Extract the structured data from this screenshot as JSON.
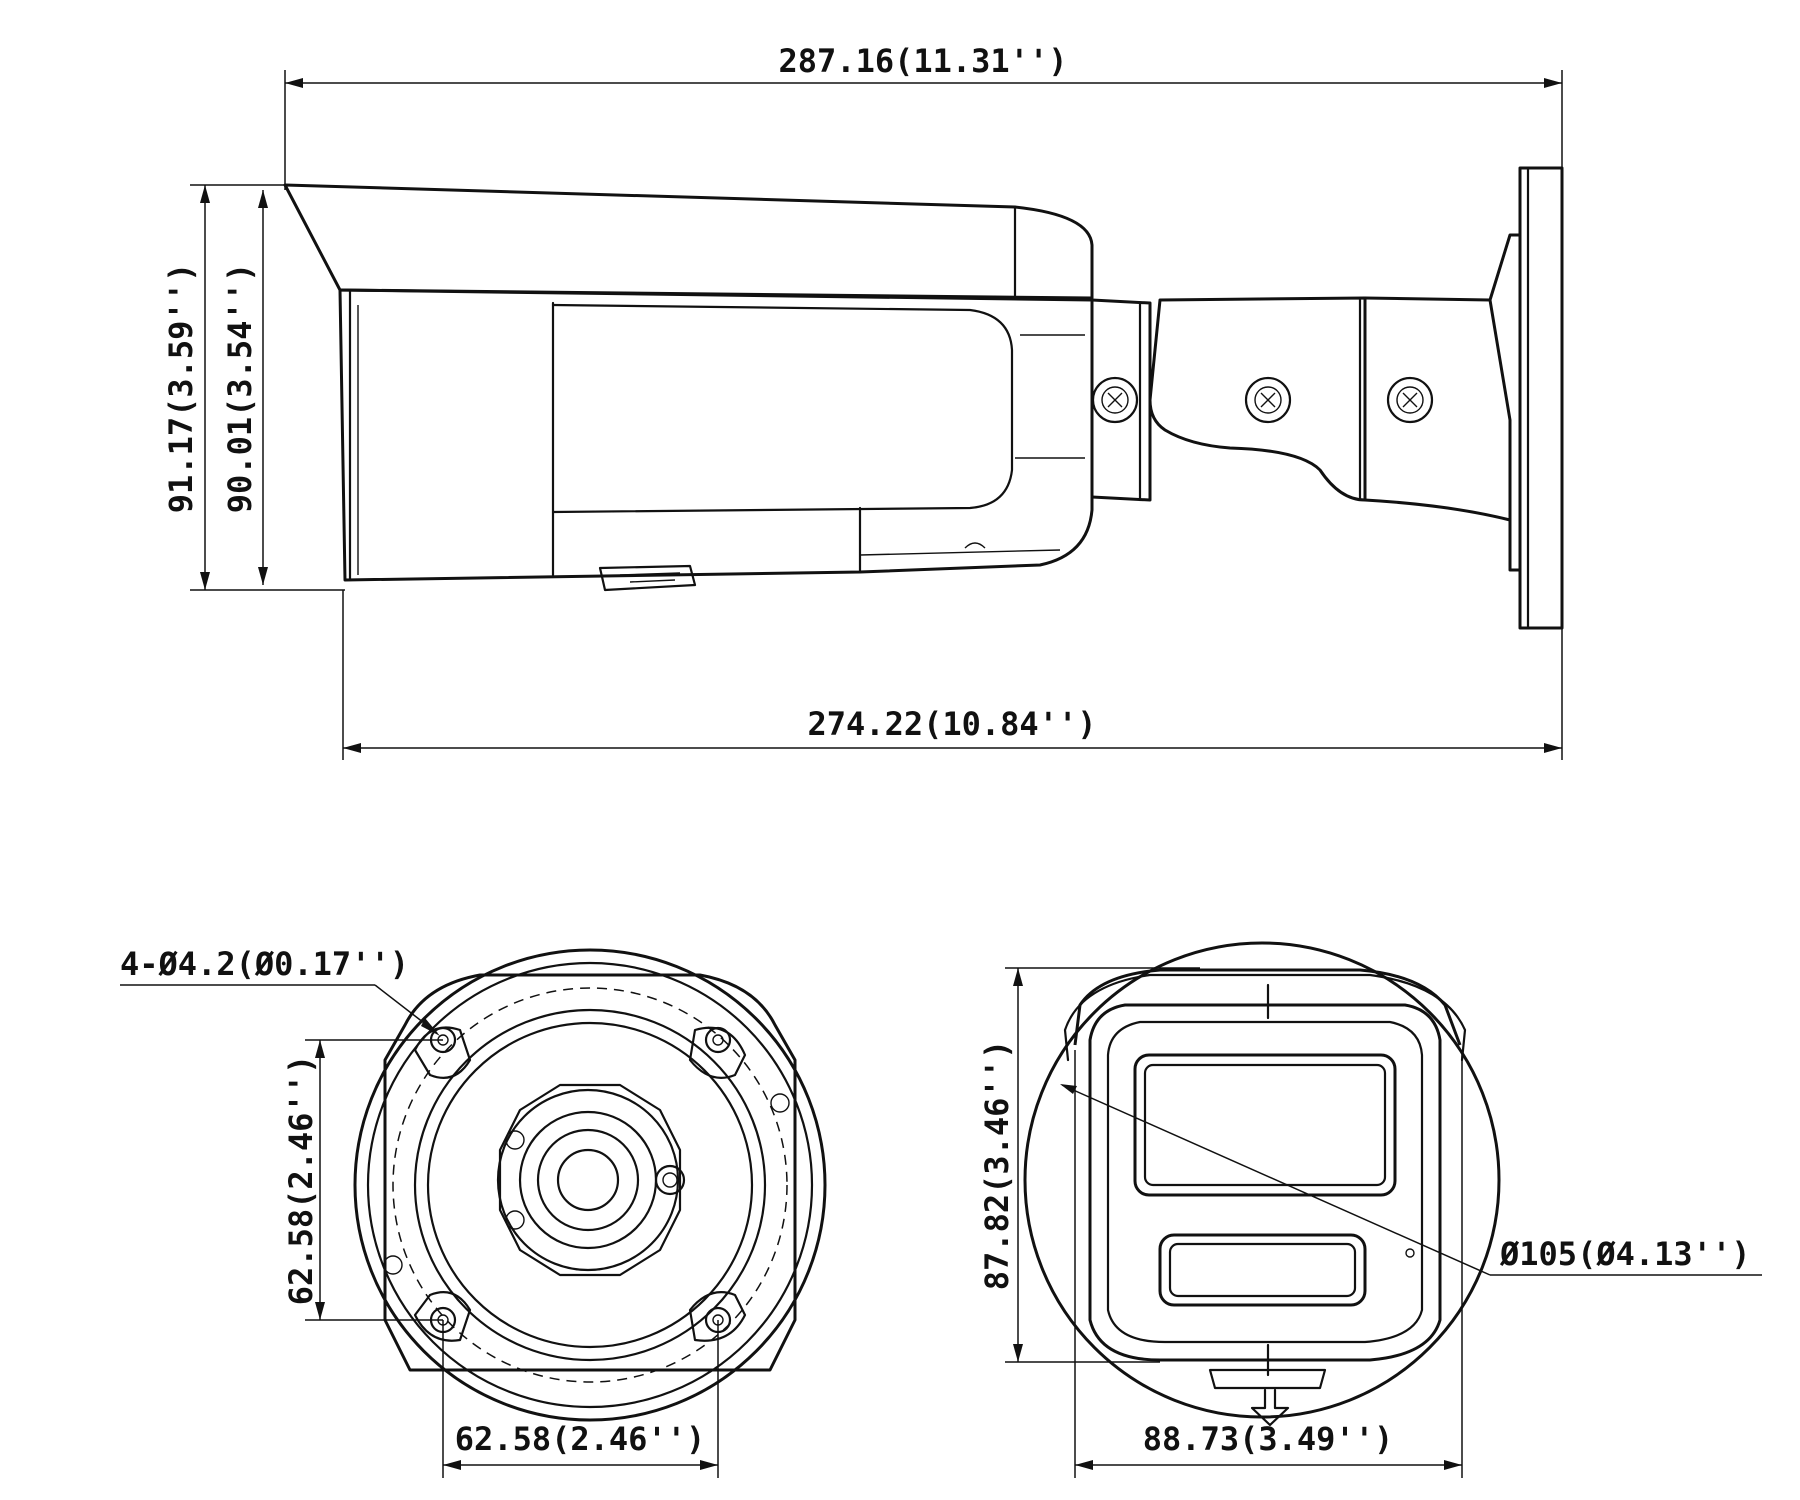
{
  "side_view": {
    "overall_length": "287.16(11.31'')",
    "housing_length": "274.22(10.84'')",
    "height_outer": "91.17(3.59'')",
    "height_inner": "90.01(3.54'')"
  },
  "base_view": {
    "hole_spec": "4-Ø4.2(Ø0.17'')",
    "hole_spacing_vertical": "62.58(2.46'')",
    "hole_spacing_horizontal": "62.58(2.46'')"
  },
  "front_view": {
    "height": "87.82(3.46'')",
    "width": "88.73(3.49'')",
    "diameter": "Ø105(Ø4.13'')"
  }
}
